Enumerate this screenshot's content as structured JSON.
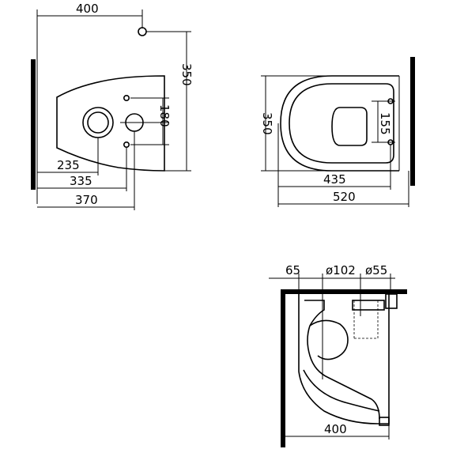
{
  "side_view": {
    "dim_top_width": "400",
    "dim_height": "350",
    "dim_hole_spacing": "180",
    "dim_235": "235",
    "dim_335": "335",
    "dim_370": "370"
  },
  "top_view": {
    "dim_width_left": "350",
    "dim_bolt_spacing": "155",
    "dim_435": "435",
    "dim_520": "520"
  },
  "section_view": {
    "dim_65": "65",
    "dim_d102": "ø102",
    "dim_d55": "ø55",
    "dim_400": "400"
  }
}
